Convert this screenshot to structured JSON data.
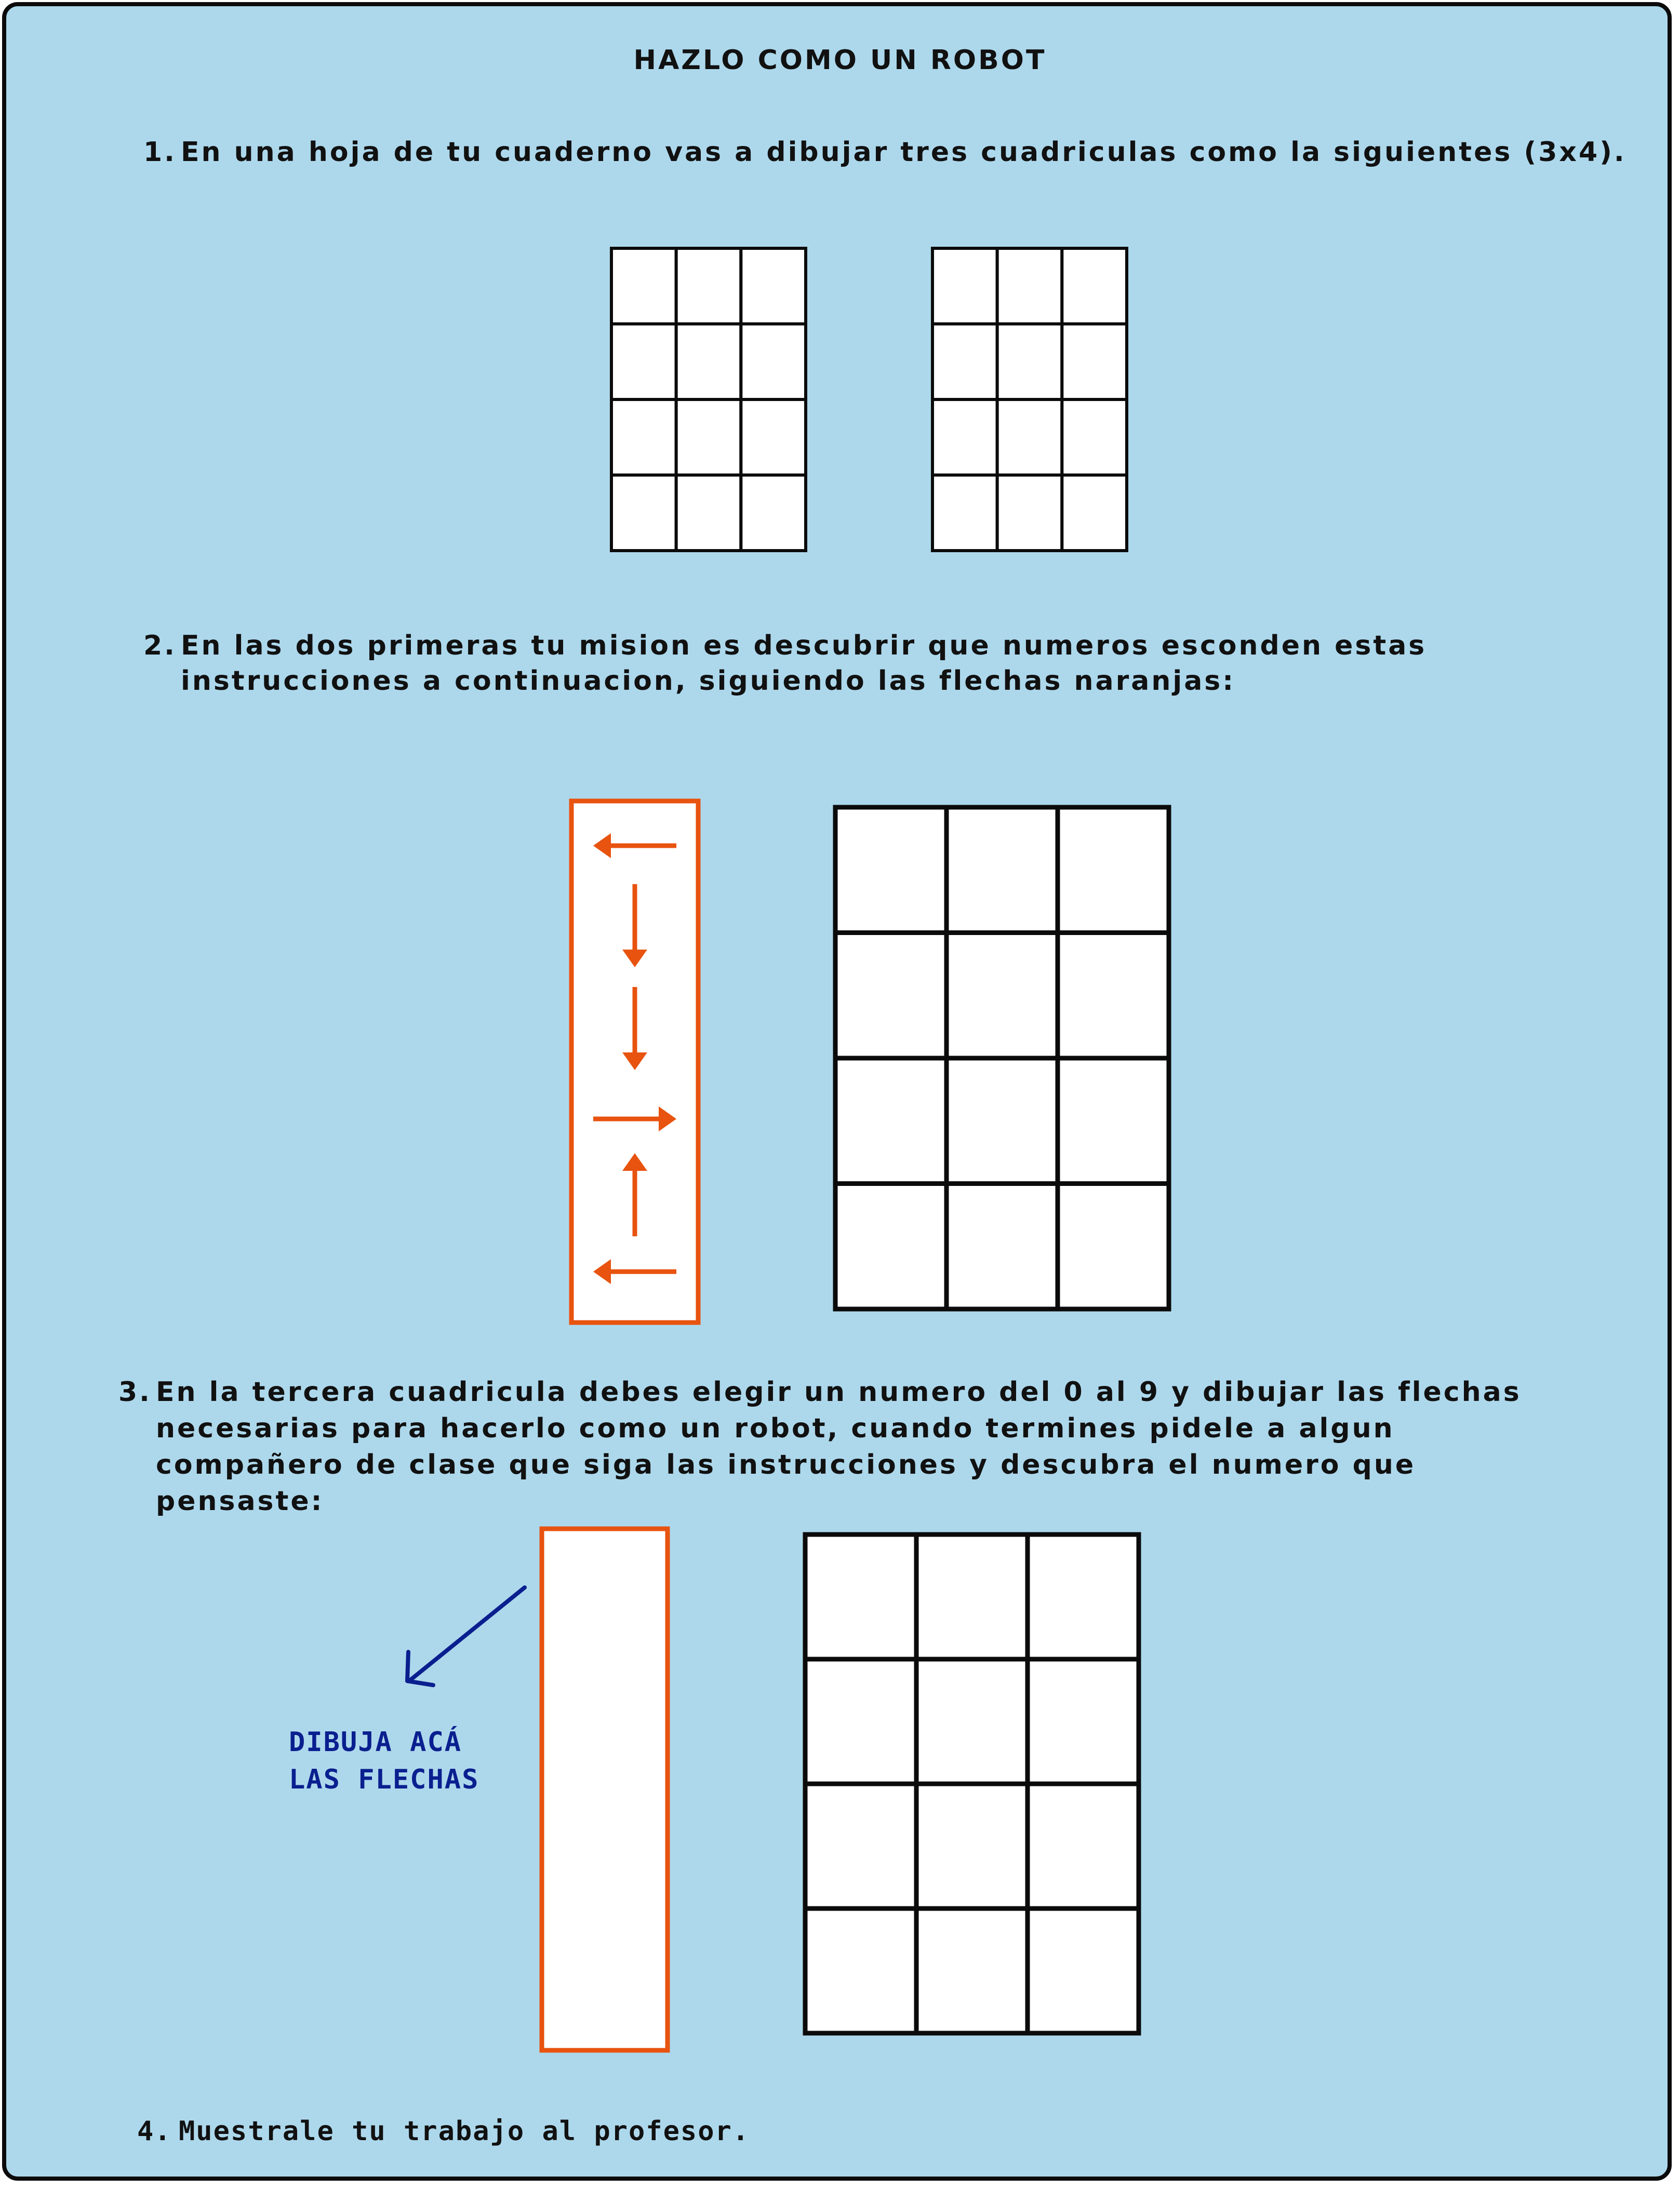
{
  "title": "HAZLO COMO UN ROBOT",
  "steps": [
    {
      "number": "1.",
      "lines": [
        "En una hoja de tu cuaderno vas a dibujar tres cuadriculas como la siguientes (3x4)."
      ]
    },
    {
      "number": "2.",
      "lines": [
        "En las dos primeras tu mision es descubrir que numeros esconden estas",
        "instrucciones a continuacion, siguiendo las flechas naranjas:"
      ]
    },
    {
      "number": "3.",
      "lines": [
        "En la tercera cuadricula debes elegir un numero del 0 al 9 y dibujar las flechas",
        "necesarias para hacerlo como un robot, cuando termines pidele a algun",
        "compañero de clase que siga las instrucciones y descubra el numero que",
        "pensaste:"
      ]
    },
    {
      "number": "4.",
      "lines": [
        "Muestrale tu trabajo al profesor."
      ]
    }
  ],
  "draw_note": {
    "lines": [
      "DIBUJA ACÁ",
      "LAS FLECHAS"
    ]
  },
  "arrow_sequence": [
    "left",
    "down",
    "down",
    "right",
    "up",
    "left"
  ],
  "grid": {
    "columns": 3,
    "rows": 4
  },
  "colors": {
    "background": "#add8ec",
    "arrow": "#e8530f",
    "note": "#0a1f8f",
    "grid_line": "#0b0b0b",
    "cell": "#ffffff"
  }
}
